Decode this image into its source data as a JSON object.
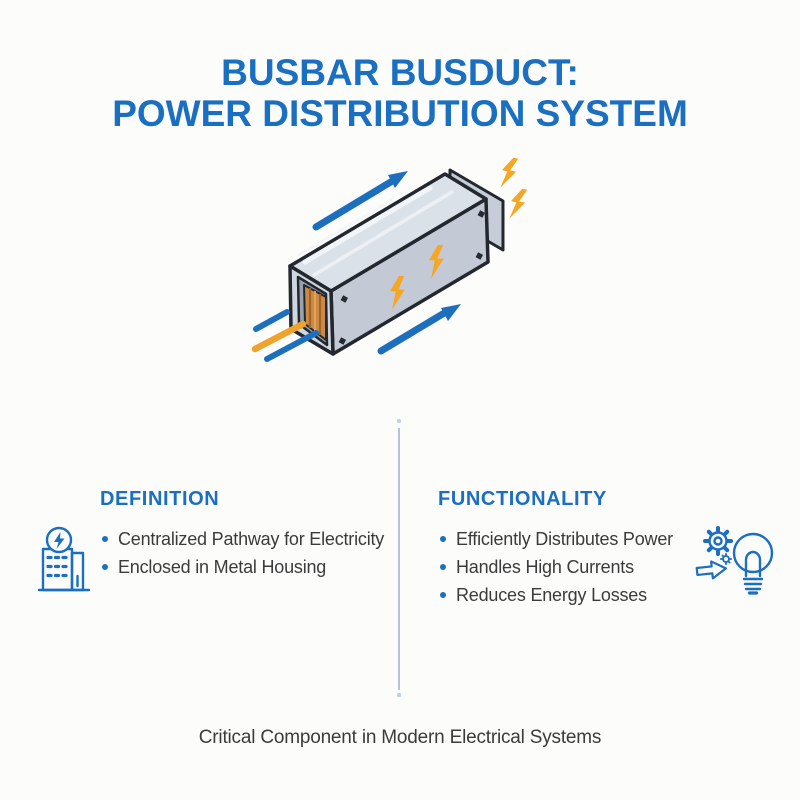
{
  "title": {
    "line1": "BUSBAR BUSDUCT:",
    "line2": "POWER DISTRIBUTION SYSTEM"
  },
  "illustration": {
    "name": "isometric-busbar-busduct",
    "elements": [
      "metal-duct-housing",
      "copper-busbars",
      "end-flange",
      "power-flow-arrows",
      "input-power-lines",
      "lightning-bolts"
    ]
  },
  "sections": {
    "definition": {
      "heading": "DEFINITION",
      "icon": "building-lightning-icon",
      "bullets": [
        "Centralized Pathway for Electricity",
        "Enclosed in Metal Housing"
      ]
    },
    "functionality": {
      "heading": "FUNCTIONALITY",
      "icon": "gear-lightbulb-icon",
      "bullets": [
        "Efficiently Distributes Power",
        "Handles High Currents",
        "Reduces Energy Losses"
      ]
    }
  },
  "footer": {
    "text": "Critical Component in Modern Electrical Systems"
  },
  "colors": {
    "accent_blue": "#1b6fc1",
    "bolt_yellow": "#f5a623",
    "text_dark": "#3b3b3b",
    "divider": "#b6c4d8",
    "copper": "#cc8a44",
    "copper_stripe": "#a06527",
    "metal_top": "#dbe1e9",
    "metal_side": "#c3cad5",
    "metal_front": "#cfd6df",
    "outline_dark": "#23272e",
    "background": "#fcfcfa"
  }
}
